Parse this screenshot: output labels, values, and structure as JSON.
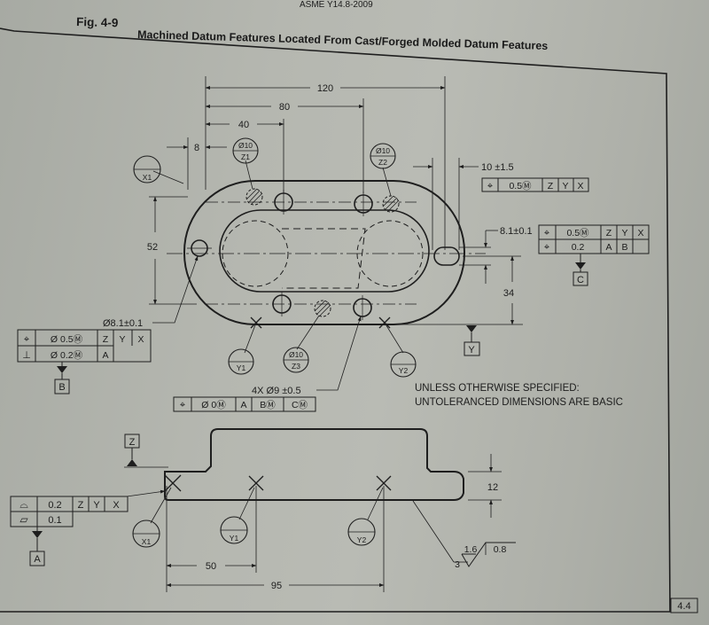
{
  "header": {
    "standard": "ASME Y14.8-2009",
    "figure_number": "Fig. 4-9",
    "figure_title": "Machined Datum Features Located From Cast/Forged Molded Datum Features"
  },
  "page_number": "4.4",
  "top_view": {
    "dims": {
      "d120": "120",
      "d80": "80",
      "d40": "40",
      "d8": "8",
      "d52": "52",
      "d34": "34",
      "d10": "10 ±1.5",
      "d81_right": "8.1±0.1",
      "d81_left": "Ø8.1±0.1",
      "hole_callout": "4X  Ø9 ±0.5"
    },
    "targets": {
      "X1": {
        "label": "X1"
      },
      "Z1": {
        "top": "Ø10",
        "label": "Z1"
      },
      "Z2": {
        "top": "Ø10",
        "label": "Z2"
      },
      "Z3": {
        "top": "Ø10",
        "label": "Z3"
      },
      "Y1": {
        "label": "Y1"
      },
      "Y2": {
        "label": "Y2"
      }
    },
    "fcf_top": [
      "⌖",
      "0.5Ⓜ",
      "Z",
      "Y",
      "X"
    ],
    "fcf_right_1": [
      "⌖",
      "0.5Ⓜ",
      "Z",
      "Y",
      "X"
    ],
    "fcf_right_2": [
      "⌖",
      "0.2",
      "A",
      "B"
    ],
    "fcf_left_1": [
      "⌖",
      "Ø 0.5Ⓜ",
      "Z",
      "Y",
      "X"
    ],
    "fcf_left_2": [
      "⊥",
      "Ø 0.2Ⓜ",
      "A"
    ],
    "fcf_holes": [
      "⌖",
      "Ø 0Ⓜ",
      "A",
      "BⓂ",
      "CⓂ"
    ],
    "datum_labels": {
      "B": "B",
      "C": "C",
      "Y": "Y"
    },
    "note": [
      "UNLESS OTHERWISE SPECIFIED:",
      "UNTOLERANCED DIMENSIONS ARE BASIC"
    ]
  },
  "side_view": {
    "dims": {
      "d12": "12",
      "d50": "50",
      "d95": "95"
    },
    "targets": {
      "X1": "X1",
      "Y1": "Y1",
      "Y2": "Y2"
    },
    "fcf_profile": [
      "⌓",
      "0.2",
      "Z",
      "Y",
      "X"
    ],
    "fcf_flat": [
      "▱",
      "0.1"
    ],
    "datum_labels": {
      "Z": "Z",
      "A": "A"
    },
    "surface_texture": {
      "value": "1.6",
      "max": "0.8",
      "lay": "3"
    }
  }
}
